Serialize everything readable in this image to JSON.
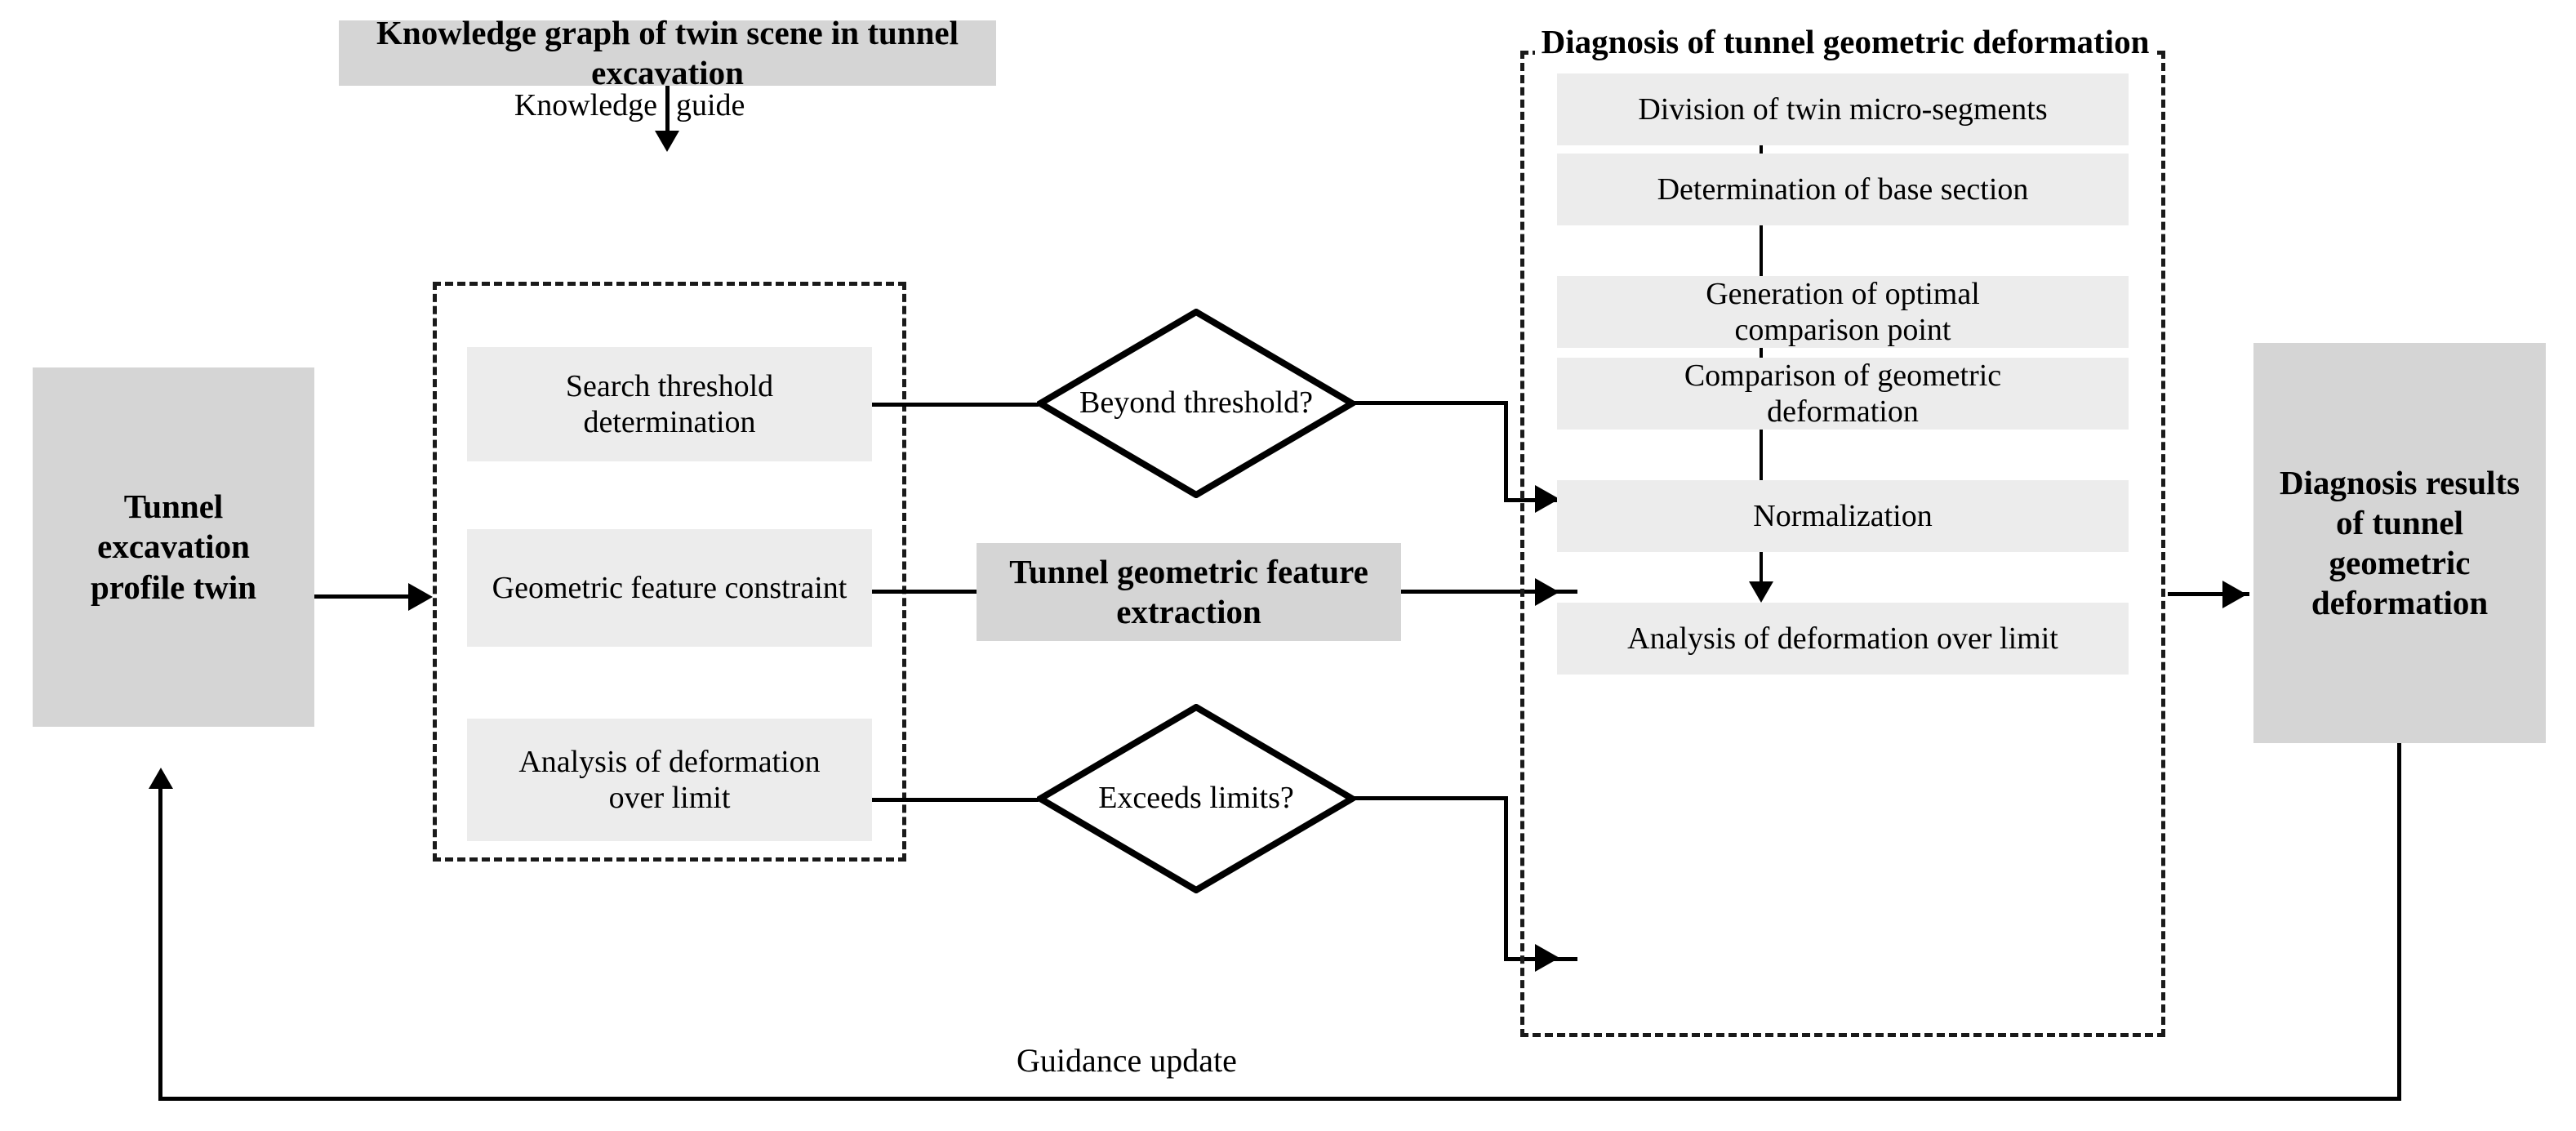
{
  "diagram": {
    "title_knowledge_graph": "Knowledge graph of twin scene in tunnel excavation",
    "knowledge_label": "Knowledge",
    "guide_label": "guide",
    "input_block": "Tunnel excavation profile twin",
    "feedback_label": "Guidance update",
    "output_block": "Diagnosis results of tunnel geometric deformation",
    "extraction_block": "Tunnel geometric feature extraction",
    "diagnosis_group_title": "Diagnosis of tunnel geometric deformation",
    "left_group_steps": [
      {
        "label": "Search threshold determination"
      },
      {
        "label": "Geometric feature constraint"
      },
      {
        "label": "Analysis of deformation over limit"
      }
    ],
    "decisions": [
      {
        "label": "Beyond threshold?"
      },
      {
        "label": "Exceeds limits?"
      }
    ],
    "diagnosis_steps": [
      {
        "label": "Division of twin micro-segments"
      },
      {
        "label": "Determination of base section"
      },
      {
        "label": "Generation of optimal comparison point"
      },
      {
        "label": "Comparison of geometric deformation"
      },
      {
        "label": "Normalization"
      },
      {
        "label": "Analysis of deformation over limit"
      }
    ],
    "colors": {
      "accent_block": "#d5d5d5",
      "process_block": "#ececec",
      "stroke": "#000000",
      "dashed_border": "#1a1a1a",
      "background": "#ffffff"
    }
  }
}
